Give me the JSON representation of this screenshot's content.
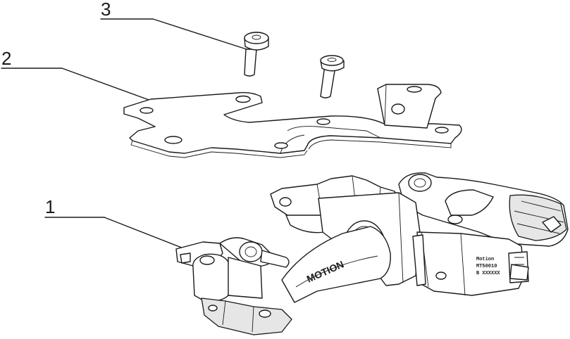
{
  "callouts": [
    {
      "number": "1"
    },
    {
      "number": "2"
    },
    {
      "number": "3"
    }
  ],
  "markings": {
    "column_emboss": "MOTION",
    "module_label_line1": "Motion",
    "module_label_line2": "MT50010",
    "module_label_line3": "B XXXXXX"
  }
}
